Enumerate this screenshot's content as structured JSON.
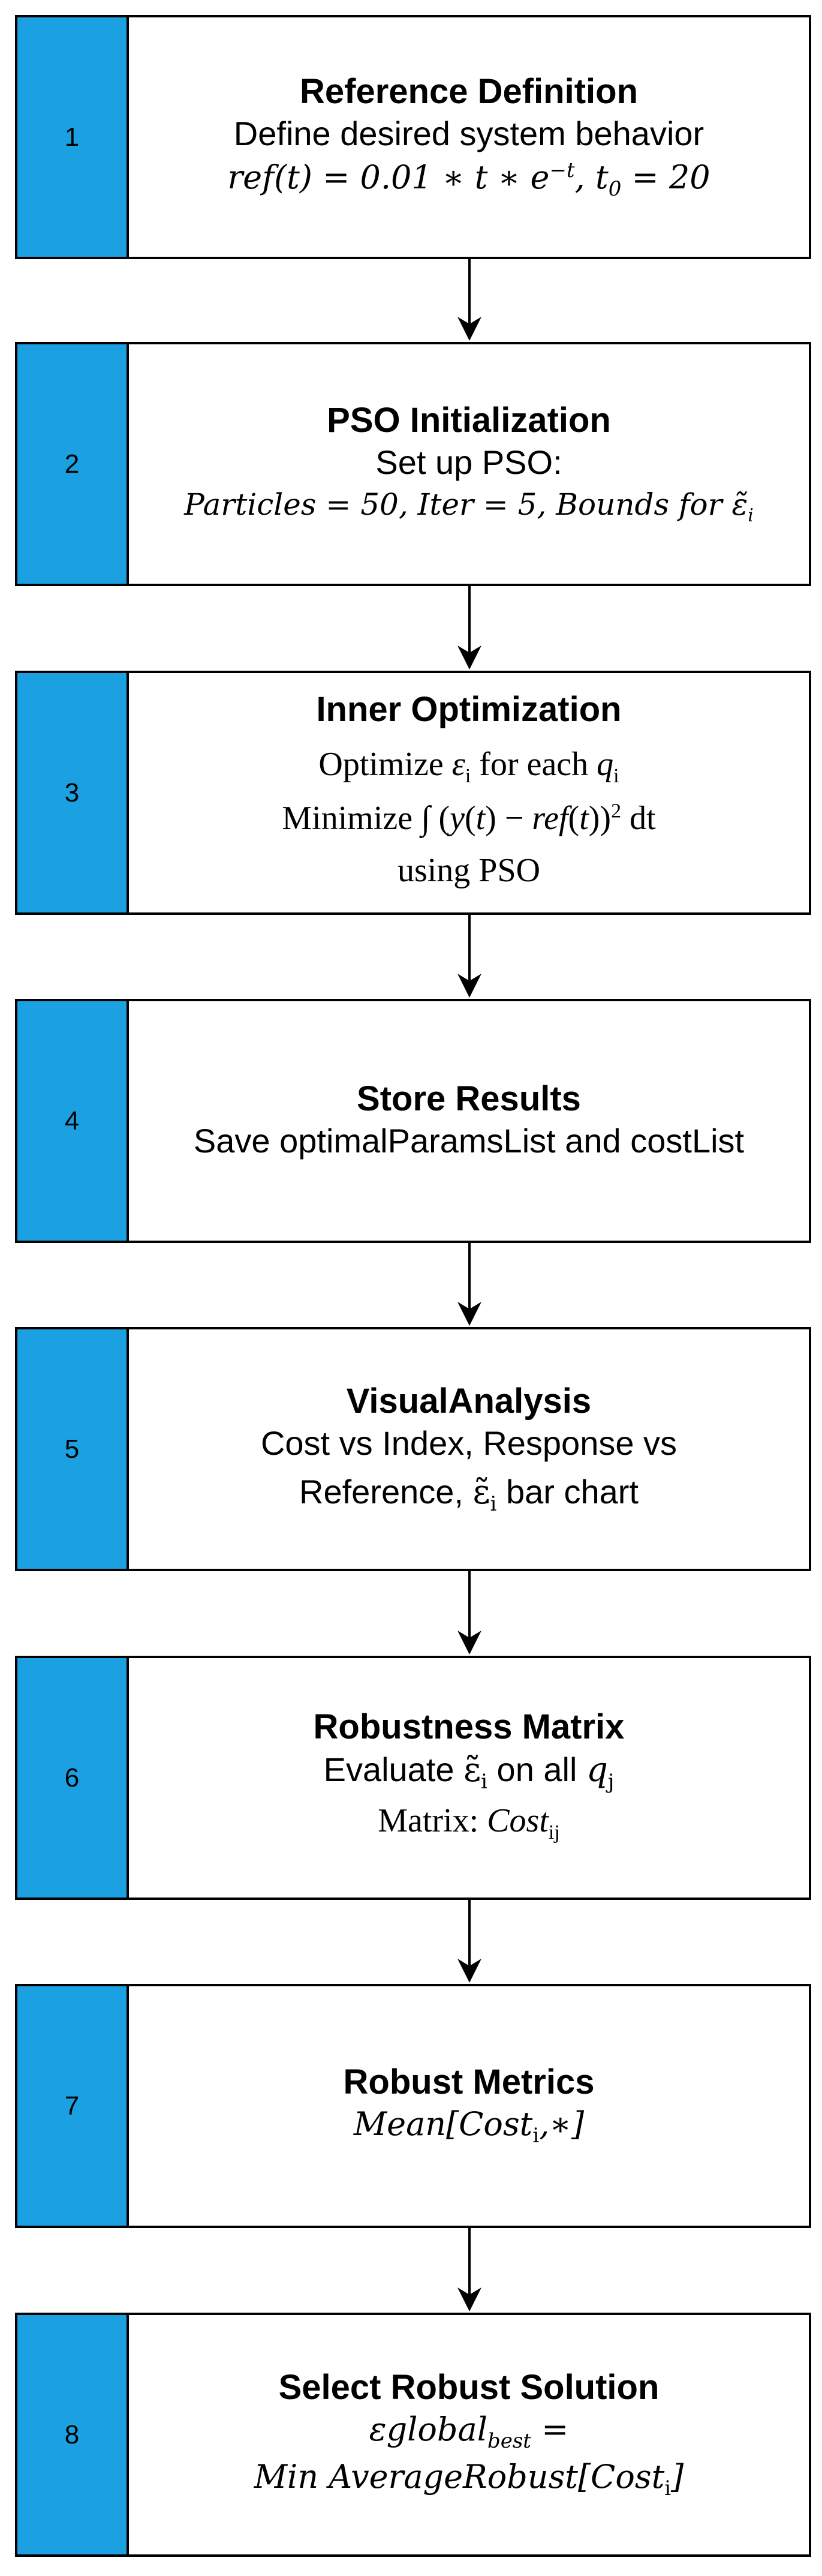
{
  "steps": [
    {
      "number": "1",
      "title": "Reference Definition",
      "lines": [
        "Define desired system behavior",
        "ref(t) = 0.01 * t * e^{-t}, t₀ = 20"
      ]
    },
    {
      "number": "2",
      "title": "PSO Initialization",
      "lines": [
        "Set up PSO:",
        "Particles = 50, Iter = 5, Bounds for ε̃ᵢ"
      ]
    },
    {
      "number": "3",
      "title": "Inner Optimization",
      "lines": [
        "Optimize εᵢ for each qᵢ",
        "Minimize ∫ (y(t) − ref(t))² dt",
        "using PSO"
      ]
    },
    {
      "number": "4",
      "title": "Store Results",
      "lines": [
        "Save optimalParamsList and costList"
      ]
    },
    {
      "number": "5",
      "title": "VisualAnalysis",
      "lines": [
        "Cost vs Index, Response vs",
        "Reference, ε̃ᵢ bar chart"
      ]
    },
    {
      "number": "6",
      "title": "Robustness Matrix",
      "lines": [
        "Evaluate ε̃ᵢ on all qⱼ",
        "Matrix: Costᵢⱼ"
      ]
    },
    {
      "number": "7",
      "title": "Robust Metrics",
      "lines": [
        "Mean[Costᵢ,*]"
      ]
    },
    {
      "number": "8",
      "title": "Select Robust Solution",
      "lines": [
        "εglobal_best =",
        "Min AverageRobust[Costᵢ]"
      ]
    }
  ],
  "colors": {
    "number_panel": "#1ba1e2",
    "border": "#000000",
    "background": "#ffffff"
  }
}
